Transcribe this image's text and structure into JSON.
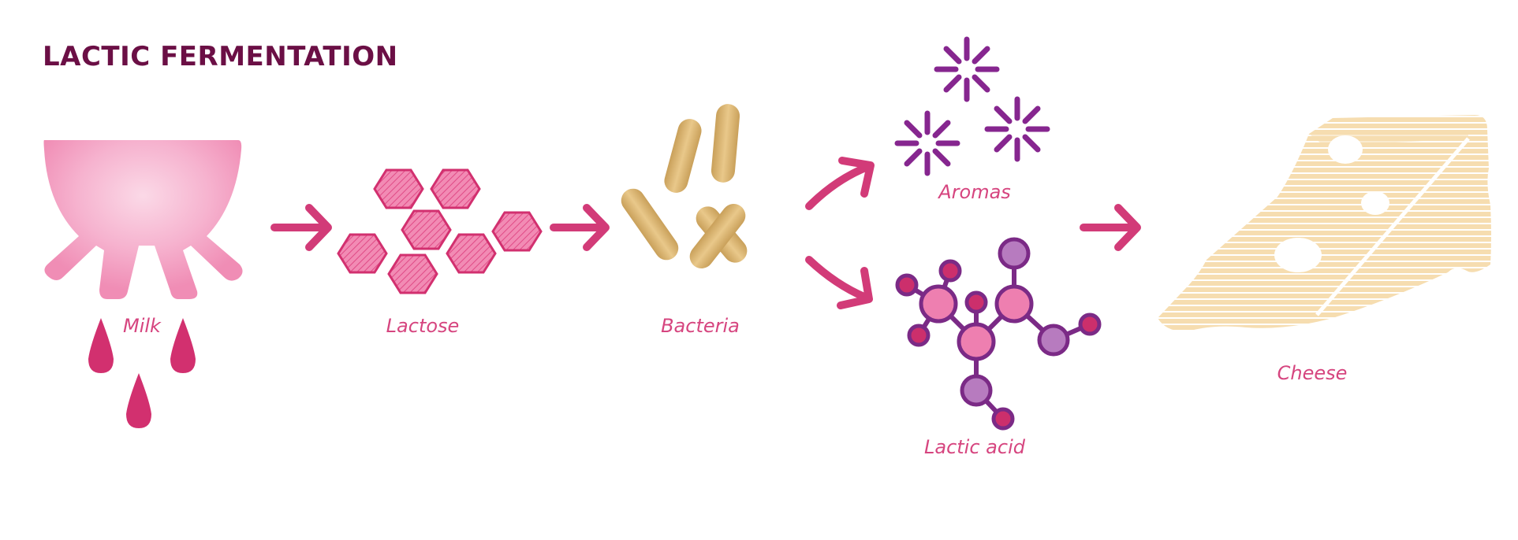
{
  "title": "LACTIC FERMENTATION",
  "labels": {
    "milk": "Milk",
    "lactose": "Lactose",
    "bacteria": "Bacteria",
    "aromas": "Aromas",
    "lactic_acid": "Lactic acid",
    "cheese": "Cheese"
  },
  "colors": {
    "title": "#6b0f45",
    "label": "#d6457f",
    "arrow": "#d23b78",
    "udder": "#f08db5",
    "drop": "#d2306f",
    "hexagon": "#e95c95",
    "bacteria": "#d9b46e",
    "aroma": "#86268f",
    "molecule_pink": "#ee7fb0",
    "molecule_purple": "#b77bbf",
    "molecule_dark": "#cc2f6c",
    "cheese": "#f1d09a"
  },
  "icons": [
    "udder-icon",
    "milk-drop-icon",
    "lactose-hexagon-icon",
    "bacteria-icon",
    "aroma-burst-icon",
    "molecule-icon",
    "cheese-icon",
    "arrow-icon"
  ]
}
